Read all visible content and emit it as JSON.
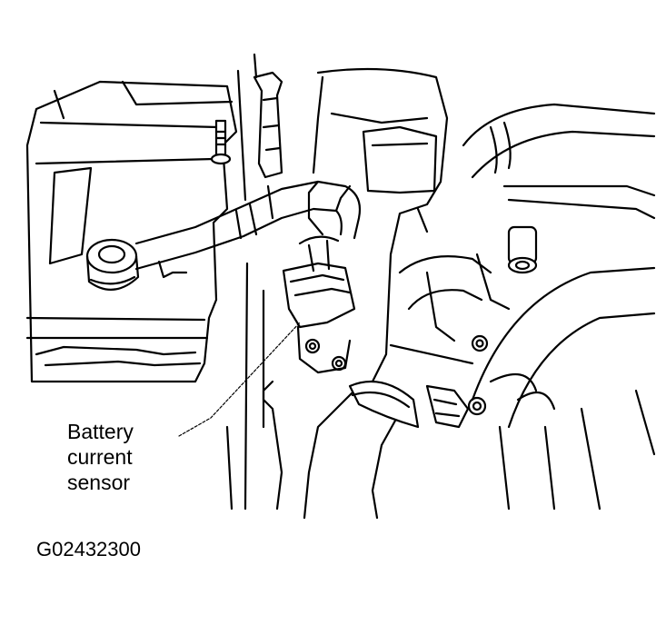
{
  "callout": {
    "line1": "Battery",
    "line2": "current",
    "line3": "sensor"
  },
  "figure_code": "G02432300",
  "colors": {
    "ink": "#000000",
    "paper": "#ffffff"
  }
}
